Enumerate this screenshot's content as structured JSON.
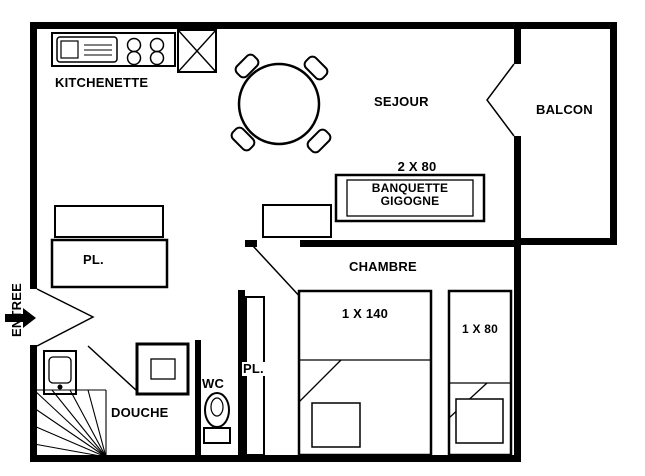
{
  "floorplan": {
    "rooms": {
      "kitchenette": "KITCHENETTE",
      "sejour": "SEJOUR",
      "balcon": "BALCON",
      "chambre": "CHAMBRE",
      "douche": "DOUCHE",
      "wc": "WC",
      "entree": "ENTREE"
    },
    "furniture": {
      "banquette_size": "2 X 80",
      "banquette_name_line1": "BANQUETTE",
      "banquette_name_line2": "GIGOGNE",
      "bed_double_size": "1 X 140",
      "bed_single_size": "1 X 80",
      "closet_left": "PL.",
      "closet_hall": "PL."
    },
    "colors": {
      "wall": "#000000",
      "floor": "#ffffff"
    }
  }
}
